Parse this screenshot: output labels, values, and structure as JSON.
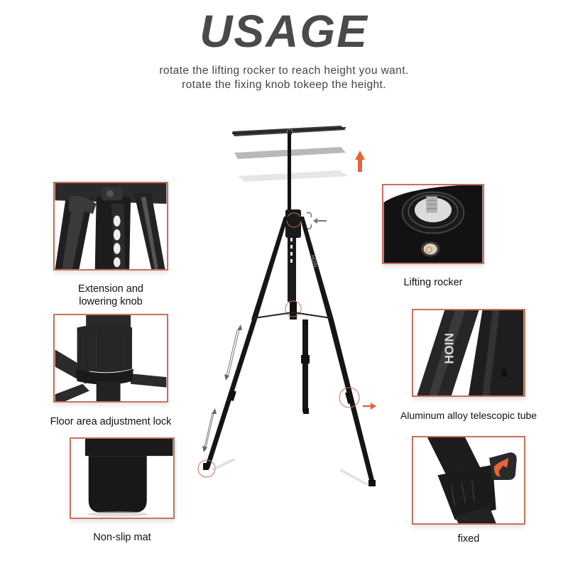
{
  "header": {
    "title": "USAGE",
    "instructions": [
      "rotate the lifting rocker to reach height you want.",
      "rotate the fixing knob tokeep the height."
    ]
  },
  "colors": {
    "accent": "#c8715a",
    "arrow": "#e8643a",
    "title": "#4a4a4a",
    "text": "#222222"
  },
  "panels": {
    "left": [
      {
        "caption_line1": "Extension and",
        "caption_line2": "lowering knob",
        "image": "tripod-head-closeup"
      },
      {
        "caption": "Floor area adjustment lock",
        "image": "center-column-lock-closeup"
      },
      {
        "caption": "Non-slip mat",
        "image": "rubber-foot-closeup"
      }
    ],
    "right": [
      {
        "caption": "Lifting rocker",
        "image": "mounting-screw-and-bubble-level-closeup"
      },
      {
        "caption": "Aluminum alloy telescopic tube",
        "image": "leg-tube-with-brand-closeup",
        "brand_text": "HOIN"
      },
      {
        "caption": "fixed",
        "image": "leg-lock-clip-closeup"
      }
    ]
  },
  "center": {
    "image": "tripod-with-laptop-tray",
    "brand_text": "HOIN",
    "annotations": [
      "up-arrow",
      "left-arrow",
      "right-arrow",
      "rotate-arrows",
      "double-arrows"
    ]
  }
}
